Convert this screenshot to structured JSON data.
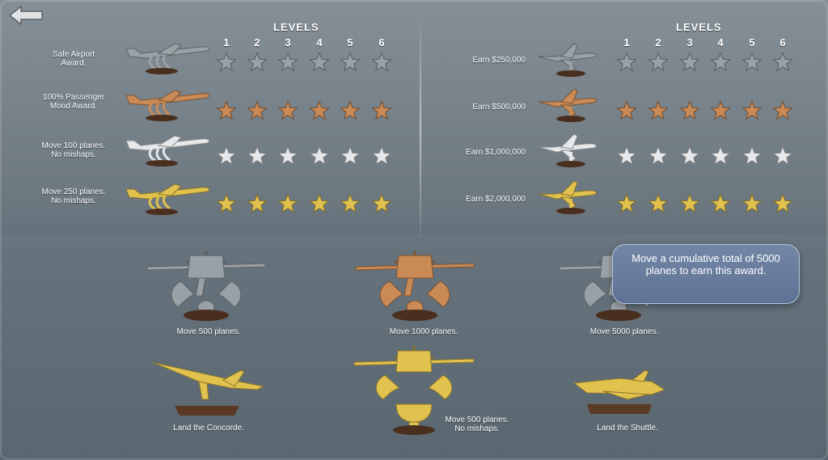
{
  "navigation": {
    "back_icon": "back-arrow-icon"
  },
  "left_panel": {
    "header": "LEVELS",
    "levels": [
      "1",
      "2",
      "3",
      "4",
      "5",
      "6"
    ],
    "rows": [
      {
        "label_line1": "Safe Airport",
        "label_line2": "Award.",
        "tier": "silver",
        "trophy_icon": "airliner-trophy-icon"
      },
      {
        "label_line1": "100% Passenger",
        "label_line2": "Mood Award.",
        "tier": "bronze",
        "trophy_icon": "airliner-trophy-icon"
      },
      {
        "label_line1": "Move 100 planes.",
        "label_line2": "No mishaps.",
        "tier": "white",
        "trophy_icon": "airliner-trophy-icon"
      },
      {
        "label_line1": "Move 250 planes.",
        "label_line2": "No mishaps.",
        "tier": "gold",
        "trophy_icon": "airliner-trophy-icon"
      }
    ]
  },
  "right_panel": {
    "header": "LEVELS",
    "levels": [
      "1",
      "2",
      "3",
      "4",
      "5",
      "6"
    ],
    "rows": [
      {
        "label": "Earn $250,000",
        "tier": "silver",
        "trophy_icon": "jet-trophy-icon"
      },
      {
        "label": "Earn $500,000",
        "tier": "bronze",
        "trophy_icon": "jet-trophy-icon"
      },
      {
        "label": "Earn $1,000,000",
        "tier": "white",
        "trophy_icon": "jet-trophy-icon"
      },
      {
        "label": "Earn $2,000,000",
        "tier": "gold",
        "trophy_icon": "jet-trophy-icon"
      }
    ]
  },
  "special_awards": [
    {
      "caption_line1": "Move 500 planes.",
      "caption_line2": "",
      "tier": "silver",
      "icon": "cargo-plane-wings-trophy-icon"
    },
    {
      "caption_line1": "Move 1000 planes.",
      "caption_line2": "",
      "tier": "bronze",
      "icon": "cargo-plane-wings-trophy-icon"
    },
    {
      "caption_line1": "Move 5000 planes.",
      "caption_line2": "",
      "tier": "silver",
      "icon": "cargo-plane-wings-trophy-icon"
    },
    {
      "caption_line1": "Land the Concorde.",
      "caption_line2": "",
      "tier": "gold",
      "icon": "concorde-trophy-icon"
    },
    {
      "caption_line1": "Move 500 planes.",
      "caption_line2": "No mishaps.",
      "tier": "gold",
      "icon": "cargo-plane-cup-trophy-icon"
    },
    {
      "caption_line1": "Land the Shuttle.",
      "caption_line2": "",
      "tier": "gold",
      "icon": "shuttle-trophy-icon"
    }
  ],
  "tooltip": {
    "text": "Move a cumulative total of 5000 planes to earn this award."
  },
  "colors": {
    "silver": "#9aa1a6",
    "bronze": "#c98a56",
    "white": "#e6e8ea",
    "gold": "#e2c24e",
    "tooltip_bg": "#6a7ea0",
    "background": "#6e7a83"
  }
}
